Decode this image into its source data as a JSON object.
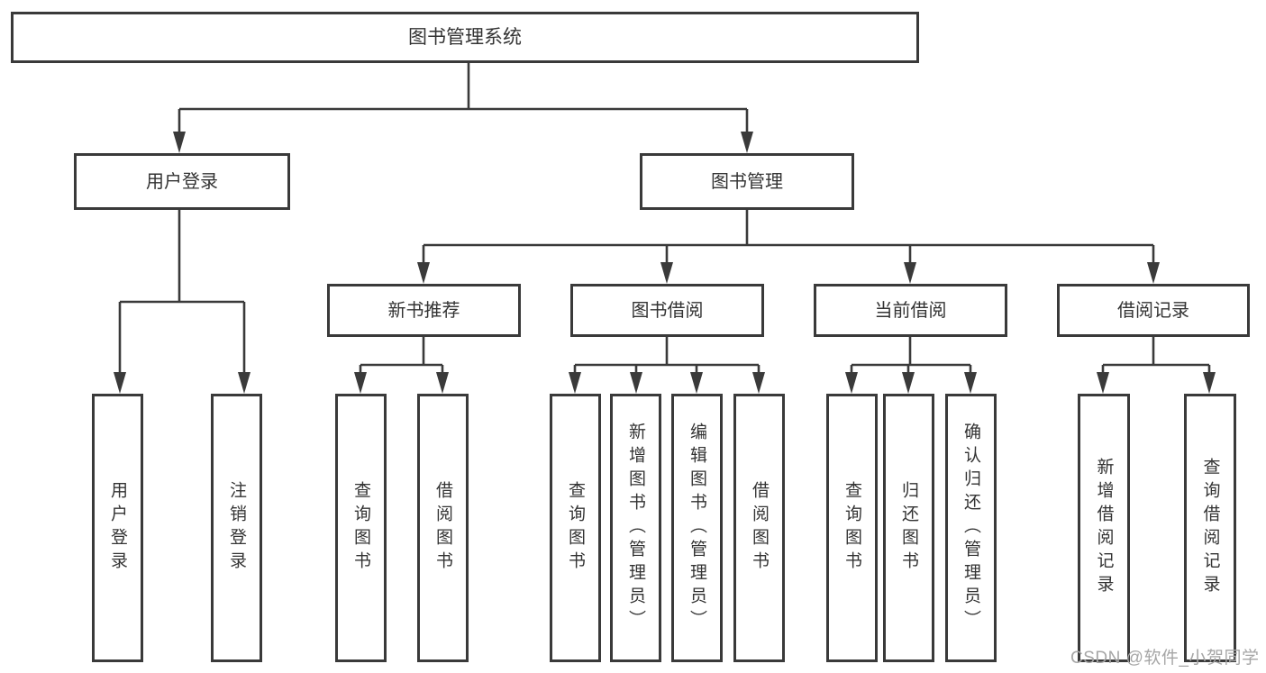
{
  "nodes": {
    "root": "图书管理系统",
    "user_login": "用户登录",
    "book_management": "图书管理",
    "new_book_recommendation": "新书推荐",
    "book_borrowing": "图书借阅",
    "current_borrowing": "当前借阅",
    "borrowing_records": "借阅记录",
    "leaf_user_login": "用户登录",
    "leaf_logout": "注销登录",
    "leaf_query_books_a": "查询图书",
    "leaf_borrow_books_a": "借阅图书",
    "leaf_query_books_b": "查询图书",
    "leaf_add_books_admin": "新增图书（管理员）",
    "leaf_edit_books_admin": "编辑图书（管理员）",
    "leaf_borrow_books_b": "借阅图书",
    "leaf_query_books_c": "查询图书",
    "leaf_return_books": "归还图书",
    "leaf_confirm_return_admin": "确认归还（管理员）",
    "leaf_add_borrow_record": "新增借阅记录",
    "leaf_query_borrow_record": "查询借阅记录"
  },
  "diagram_structure": {
    "图书管理系统": {
      "用户登录": [
        "用户登录",
        "注销登录"
      ],
      "图书管理": {
        "新书推荐": [
          "查询图书",
          "借阅图书"
        ],
        "图书借阅": [
          "查询图书",
          "新增图书（管理员）",
          "编辑图书（管理员）",
          "借阅图书"
        ],
        "当前借阅": [
          "查询图书",
          "归还图书",
          "确认归还（管理员）"
        ],
        "借阅记录": [
          "新增借阅记录",
          "查询借阅记录"
        ]
      }
    }
  },
  "watermark": "CSDN @软件_小贺同学",
  "colors": {
    "line": "#3a3a3a",
    "text": "#333333",
    "watermark": "#a6a6a6",
    "background": "#ffffff"
  }
}
